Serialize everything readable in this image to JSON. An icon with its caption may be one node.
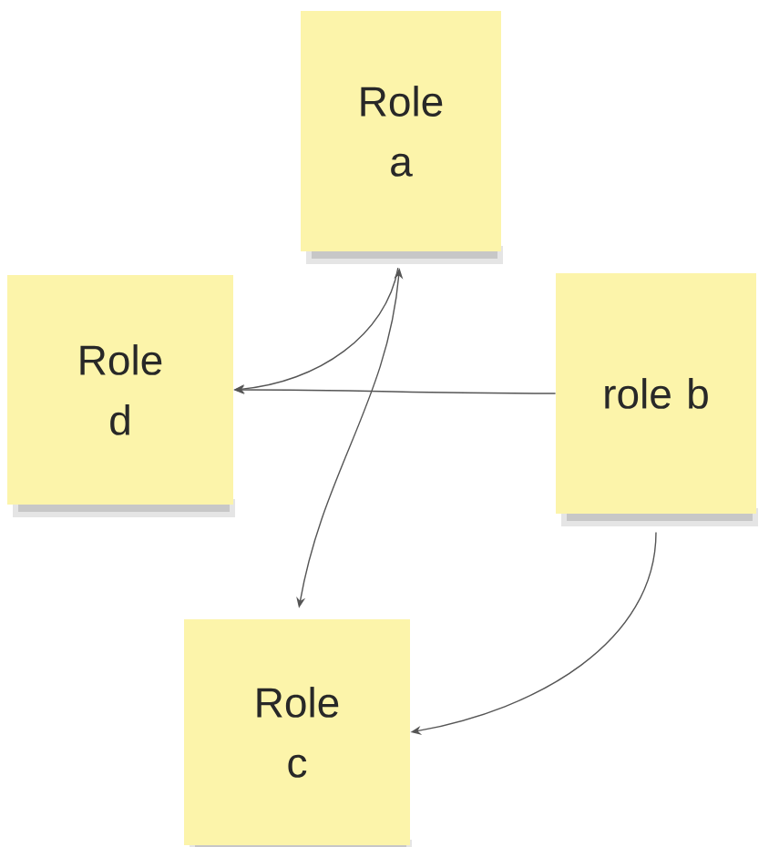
{
  "diagram": {
    "nodes": [
      {
        "text": [
          "Role a"
        ]
      },
      {
        "text": [
          "Role d"
        ]
      },
      {
        "text": [
          "role b"
        ]
      },
      {
        "text": [
          "Role c"
        ]
      }
    ],
    "edges": [
      {
        "from": 0,
        "to": 3,
        "arrow": "both"
      },
      {
        "from": 0,
        "to": 1,
        "arrow": "to"
      },
      {
        "from": 2,
        "to": 1,
        "arrow": "to"
      },
      {
        "from": 2,
        "to": 3,
        "arrow": "to"
      }
    ]
  }
}
